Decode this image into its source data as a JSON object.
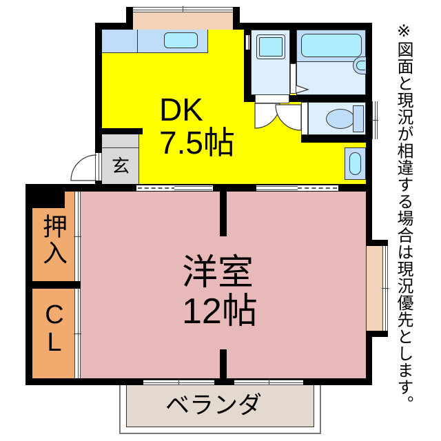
{
  "plan": {
    "dk": {
      "name": "DK",
      "size": "7.5帖"
    },
    "western_room": {
      "name": "洋室",
      "size": "12帖"
    },
    "oshiire": {
      "name": "押入"
    },
    "closet": {
      "line1": "C",
      "line2": "L"
    },
    "genkan": {
      "name": "玄"
    },
    "balcony": {
      "name": "ベランダ"
    }
  },
  "note": "※図面と現況が相違する場合は現況優先とします。",
  "icons": [
    "kitchen-counter-icon",
    "kitchen-sink-icon",
    "washing-machine-pan-icon",
    "bathtub-icon",
    "bath-faucet-icon",
    "toilet-icon",
    "wash-basin-icon",
    "door-swing-icon",
    "window-icon"
  ],
  "colors": {
    "wall": "#000000",
    "dk": "#FFFF00",
    "western_room": "#E8B9B9",
    "storage": "#F2AB6E",
    "bay_window": "#F2D2B8",
    "genkan": "#D9D9D9",
    "wet_area": "#DDEFFB",
    "fixture": "#BFDDF8",
    "basin": "#AEEEFC",
    "balcony": "#E3D9CF"
  }
}
